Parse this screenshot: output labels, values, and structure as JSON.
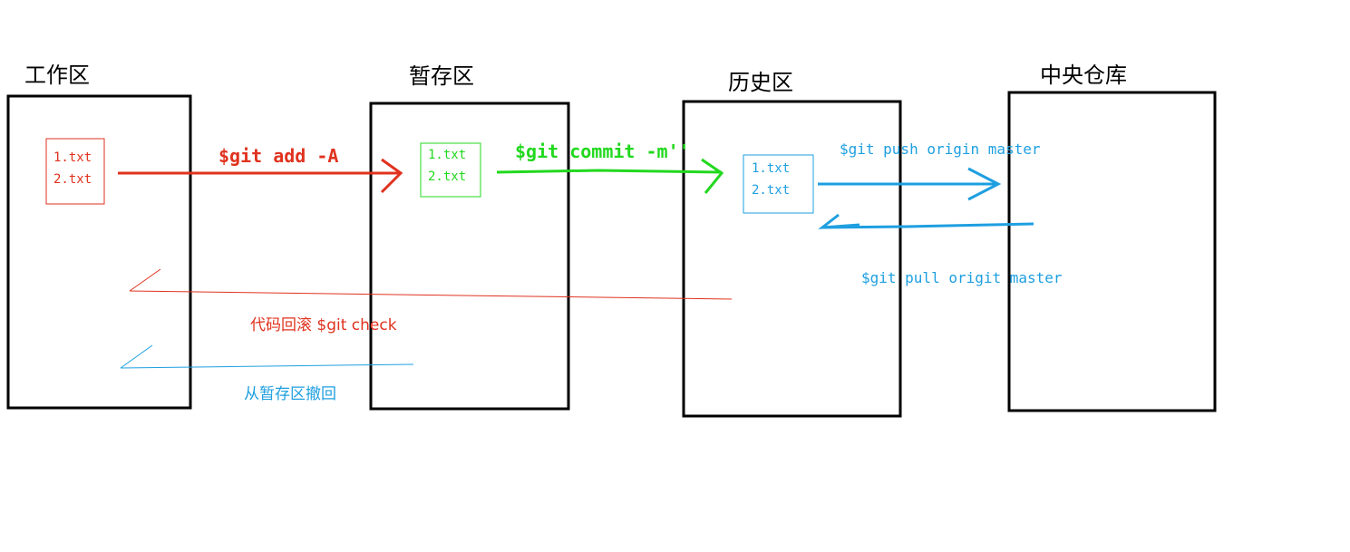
{
  "zones": {
    "working": {
      "title": "工作区",
      "files": [
        "1.txt",
        "2.txt"
      ]
    },
    "staging": {
      "title": "暂存区",
      "files": [
        "1.txt",
        "2.txt"
      ]
    },
    "history": {
      "title": "历史区",
      "files": [
        "1.txt",
        "2.txt"
      ]
    },
    "remote": {
      "title": "中央仓库"
    }
  },
  "commands": {
    "add": "$git add -A",
    "commit": "$git commit -m''",
    "push": "$git push origin master",
    "pull": "$git pull origit master",
    "rollback": "代码回滚 $git check",
    "unstage": "从暂存区撤回"
  },
  "colors": {
    "red": "#e0321e",
    "green": "#22d81e",
    "blue": "#1e9fe0",
    "black": "#000000"
  }
}
